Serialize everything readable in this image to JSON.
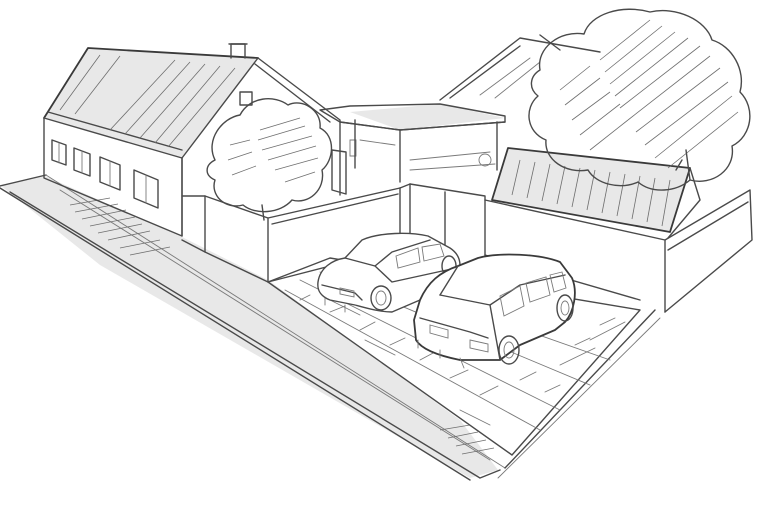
{
  "scene": {
    "style": "pencil sketch",
    "palette": {
      "stroke": "#4a4a4a",
      "light_stroke": "#7a7a7a",
      "shade": "#d6d6d6",
      "background": "#ffffff"
    },
    "elements": [
      "main-house",
      "chimney",
      "carport",
      "garden-tree",
      "large-tree",
      "garage",
      "boundary-walls",
      "paved-driveway",
      "sedan-car",
      "suv-car",
      "pavement"
    ]
  }
}
